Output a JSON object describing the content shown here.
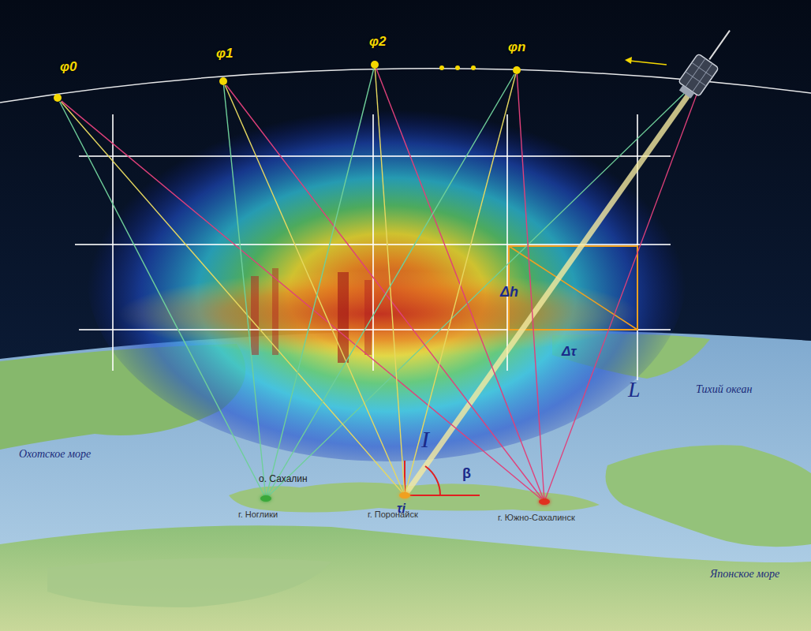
{
  "diagram": {
    "nodes": [
      {
        "text": [
          "φ0"
        ]
      },
      {
        "text": [
          "φ1"
        ]
      },
      {
        "text": [
          "φ2"
        ]
      },
      {
        "text": [
          "φn"
        ]
      },
      {
        "text": [
          "г. Ноглики"
        ]
      },
      {
        "text": [
          "г. Поронайск"
        ]
      },
      {
        "text": [
          "г. Южно-Сахалинск"
        ]
      }
    ],
    "edges": [
      {
        "from": 0,
        "to": 4,
        "arrow": "none"
      },
      {
        "from": 0,
        "to": 5,
        "arrow": "none"
      },
      {
        "from": 0,
        "to": 6,
        "arrow": "none"
      },
      {
        "from": 1,
        "to": 4,
        "arrow": "none"
      },
      {
        "from": 1,
        "to": 5,
        "arrow": "none"
      },
      {
        "from": 1,
        "to": 6,
        "arrow": "none"
      },
      {
        "from": 2,
        "to": 4,
        "arrow": "none"
      },
      {
        "from": 2,
        "to": 5,
        "arrow": "none"
      },
      {
        "from": 2,
        "to": 6,
        "arrow": "none"
      },
      {
        "from": 3,
        "to": 4,
        "arrow": "none"
      },
      {
        "from": 3,
        "to": 5,
        "arrow": "none"
      },
      {
        "from": 3,
        "to": 6,
        "arrow": "none"
      }
    ],
    "labels": [
      "Δh",
      "Δτ",
      "L",
      "I",
      "β",
      "τi",
      "о. Сахалин",
      "Охотское море",
      "Тихий океан",
      "Японское море"
    ]
  }
}
